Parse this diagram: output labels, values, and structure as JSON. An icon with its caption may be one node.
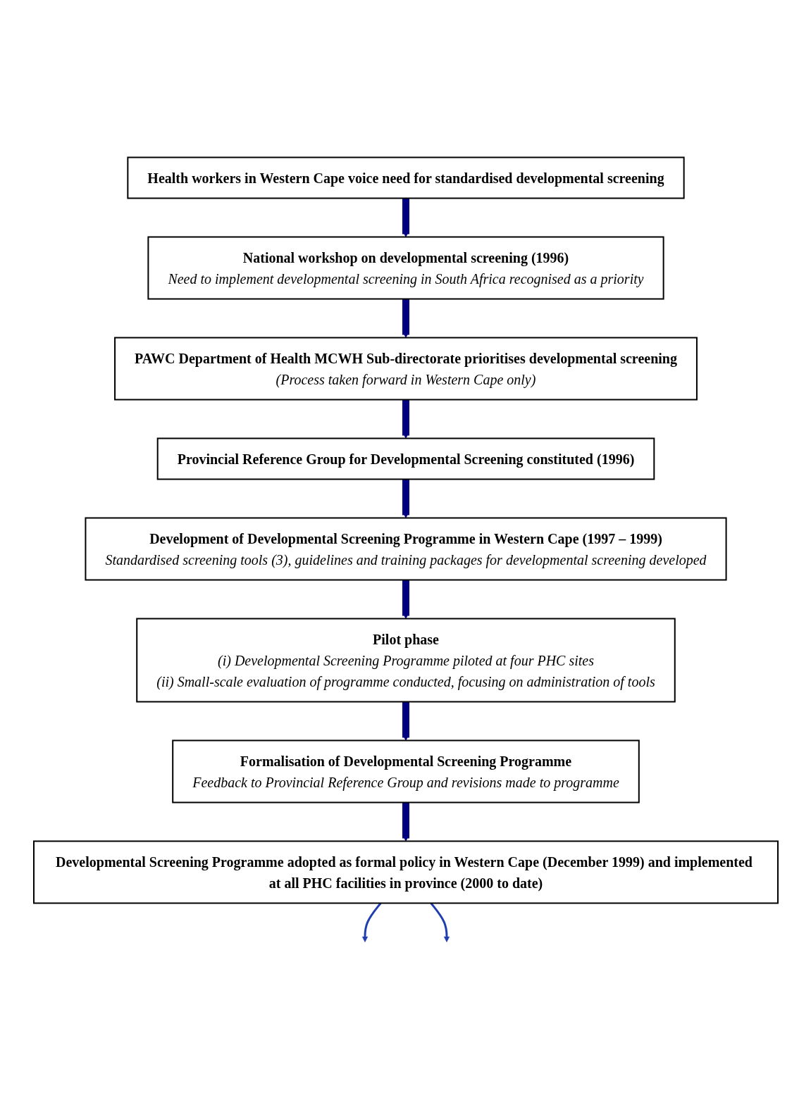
{
  "diagram": {
    "nodes": [
      {
        "text": [
          "Health workers in Western Cape voice need for standardised developmental screening"
        ]
      },
      {
        "text": [
          "National workshop on developmental screening (1996)",
          "Need to implement developmental screening in South Africa recognised as a priority"
        ]
      },
      {
        "text": [
          "PAWC Department of Health MCWH Sub-directorate prioritises developmental screening",
          "(Process taken forward in Western Cape only)"
        ]
      },
      {
        "text": [
          "Provincial Reference Group for Developmental Screening constituted (1996)"
        ]
      },
      {
        "text": [
          "Development of Developmental Screening Programme in Western Cape (1997 – 1999)",
          "Standardised screening tools (3), guidelines and training packages for developmental screening developed"
        ]
      },
      {
        "text": [
          "Pilot phase",
          "(i) Developmental Screening Programme piloted at four PHC sites",
          "(ii) Small-scale evaluation of programme conducted, focusing on administration of tools"
        ]
      },
      {
        "text": [
          "Formalisation of Developmental Screening Programme",
          "Feedback to Provincial Reference Group and revisions made to programme"
        ]
      },
      {
        "text": [
          "Developmental Screening Programme adopted as formal policy in Western Cape (December 1999) and implemented at all PHC facilities in province (2000 to date)"
        ]
      }
    ],
    "edges": [
      {
        "from": 0,
        "to": 1,
        "arrow": "to"
      },
      {
        "from": 1,
        "to": 2,
        "arrow": "to"
      },
      {
        "from": 2,
        "to": 3,
        "arrow": "to"
      },
      {
        "from": 3,
        "to": 4,
        "arrow": "to"
      },
      {
        "from": 4,
        "to": 5,
        "arrow": "to"
      },
      {
        "from": 5,
        "to": 6,
        "arrow": "to"
      },
      {
        "from": 6,
        "to": 7,
        "arrow": "to"
      },
      {
        "from": 7,
        "to": null,
        "arrow": "to",
        "color": "#1f3fb0"
      },
      {
        "from": 7,
        "to": null,
        "arrow": "to",
        "color": "#1f3fb0"
      }
    ]
  }
}
